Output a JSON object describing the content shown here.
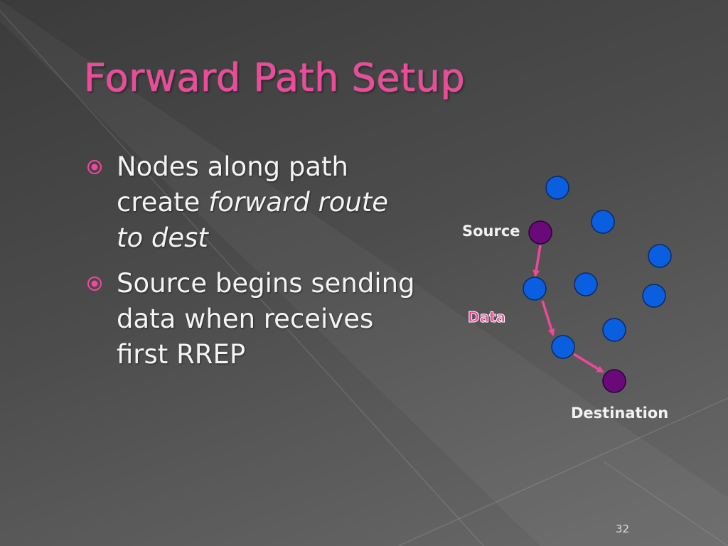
{
  "slide": {
    "title": "Forward Path Setup",
    "bullets": [
      {
        "parts": [
          {
            "text": "Nodes along path create ",
            "italic": false
          },
          {
            "text": "forward route to dest",
            "italic": true
          }
        ]
      },
      {
        "parts": [
          {
            "text": "Source begins sending data when receives first RREP",
            "italic": false
          }
        ]
      }
    ],
    "page_number": "32"
  },
  "diagram": {
    "labels": {
      "source": "Source",
      "destination": "Destination",
      "data": "Data"
    },
    "colors": {
      "title": "#f0489a",
      "node": "#0a5fe0",
      "endpoint_node": "#6a0a7a",
      "arrow": "#f0489a",
      "bullet": "#f0489a"
    }
  }
}
